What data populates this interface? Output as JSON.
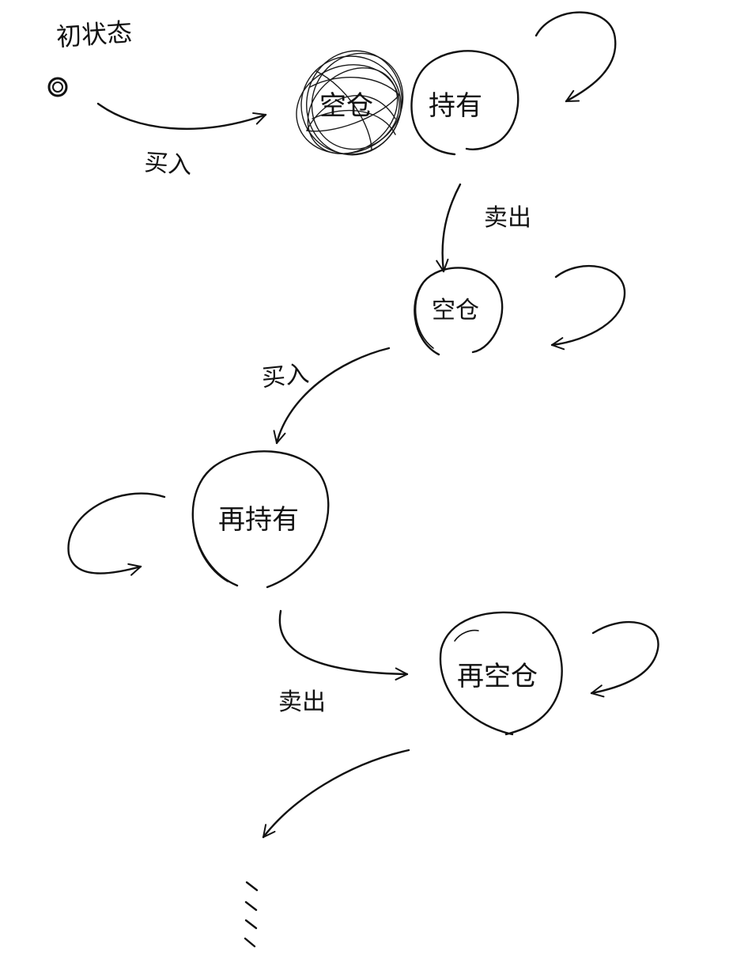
{
  "title": "初状态",
  "states": {
    "empty_initial": "空仓",
    "holding": "持有",
    "empty": "空仓",
    "reholding": "再持有",
    "reempty": "再空仓"
  },
  "transitions": {
    "buy_1": "买入",
    "sell_1": "卖出",
    "buy_2": "买入",
    "sell_2": "卖出"
  },
  "continuation": "⋯"
}
